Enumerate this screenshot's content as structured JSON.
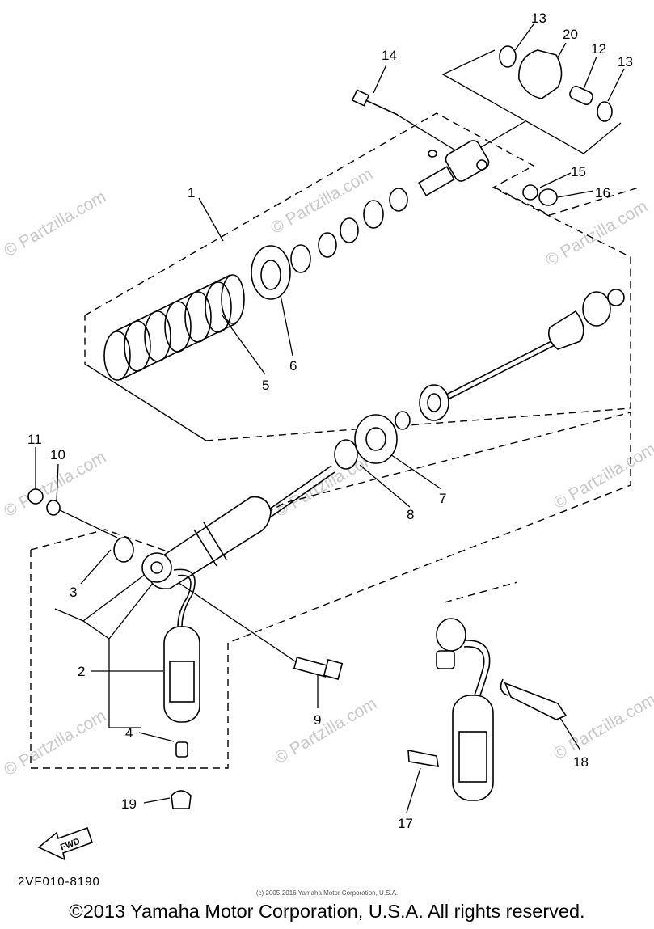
{
  "watermark": "© Partzilla.com",
  "callouts": [
    {
      "label": "1"
    },
    {
      "label": "2"
    },
    {
      "label": "3"
    },
    {
      "label": "4"
    },
    {
      "label": "5"
    },
    {
      "label": "6"
    },
    {
      "label": "7"
    },
    {
      "label": "8"
    },
    {
      "label": "9"
    },
    {
      "label": "10"
    },
    {
      "label": "11"
    },
    {
      "label": "12"
    },
    {
      "label": "13"
    },
    {
      "label": "13"
    },
    {
      "label": "14"
    },
    {
      "label": "15"
    },
    {
      "label": "16"
    },
    {
      "label": "17"
    },
    {
      "label": "18"
    },
    {
      "label": "19"
    },
    {
      "label": "20"
    }
  ],
  "fwd_label": "FWD",
  "diagram_code": "2VF010-8190",
  "small_copyright": "(c) 2005-2016 Yamaha Motor Corporation, U.S.A.",
  "main_copyright": "©2013 Yamaha Motor Corporation, U.S.A. All rights reserved."
}
